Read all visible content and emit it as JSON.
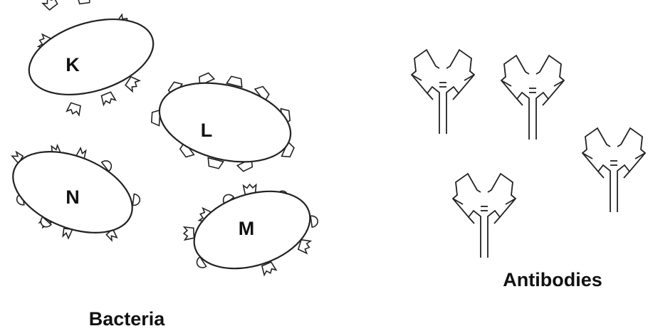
{
  "bacteria": [
    {
      "label": "K"
    },
    {
      "label": "L"
    },
    {
      "label": "N"
    },
    {
      "label": "M"
    }
  ],
  "captions": {
    "bacteria": "Bacteria",
    "antibodies": "Antibodies"
  }
}
